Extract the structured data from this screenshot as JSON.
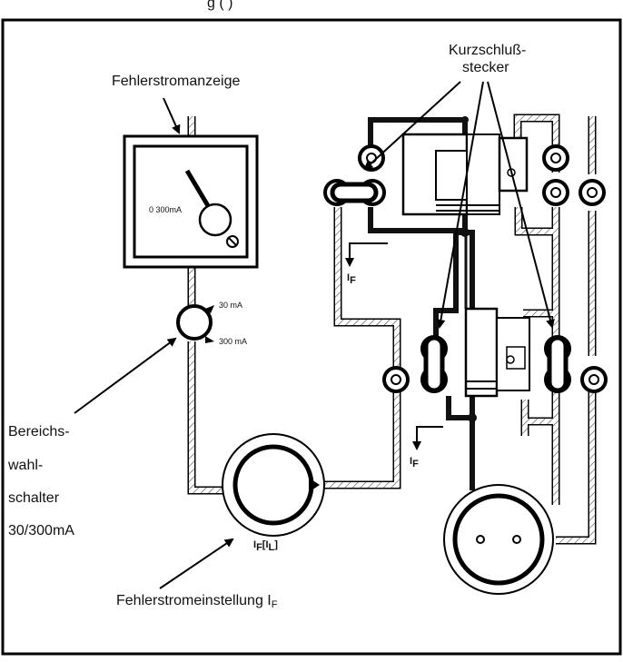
{
  "header": {
    "partial_title": "g   (         )"
  },
  "labels": {
    "fehlerstromanzeige": "Fehlerstromanzeige",
    "kurzschluss_line1": "Kurzschluß-",
    "kurzschluss_line2": "stecker",
    "meter_scale": "0  300mA",
    "range_30": "30 mA",
    "range_300": "300 mA",
    "bereichs_1": "Bereichs-",
    "bereichs_2": "wahl-",
    "bereichs_3": "schalter",
    "bereichs_4": "30/300mA",
    "if_upper_main": "I",
    "if_upper_sub": "F",
    "if_lower_main": "I",
    "if_lower_sub": "F",
    "knob_if": "I",
    "knob_if_sub": "F",
    "knob_il_open": "[I",
    "knob_il_sub": "L",
    "knob_il_close": "]",
    "einstellung_text": "Fehlerstromeinstellung I",
    "einstellung_sub": "F"
  }
}
